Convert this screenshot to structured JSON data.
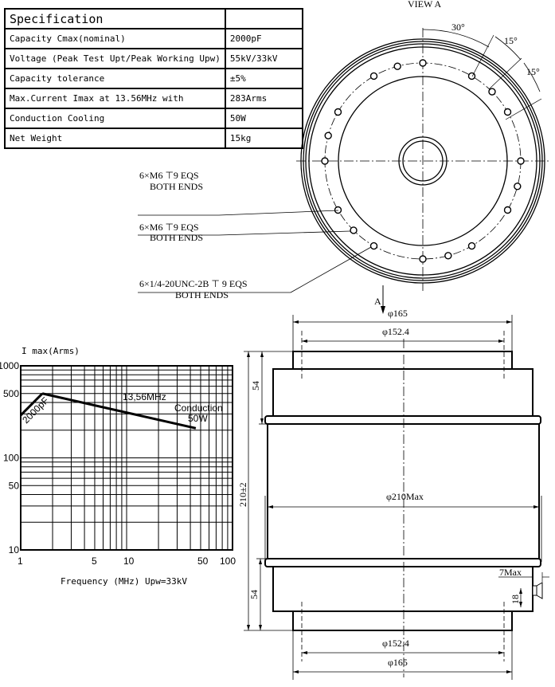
{
  "spec_table": {
    "title": "Specification",
    "rows": [
      {
        "label": "Capacity Cmax(nominal)",
        "value": "2000pF"
      },
      {
        "label": "Voltage (Peak Test Upt/Peak Working Upw)",
        "value": "55kV/33kV"
      },
      {
        "label": "Capacity tolerance",
        "value": "±5%"
      },
      {
        "label": "Max.Current Imax at 13.56MHz with",
        "value": "283Arms"
      },
      {
        "label": "Conduction Cooling",
        "value": "50W"
      },
      {
        "label": "Net Weight",
        "value": "15kg"
      }
    ]
  },
  "view_a": {
    "title": "VIEW A",
    "angles": [
      "30°",
      "15°",
      "15°"
    ],
    "callouts": [
      {
        "line1": "6×M6 ⊤9  EQS",
        "line2": "BOTH  ENDS"
      },
      {
        "line1": "6×M6 ⊤9  EQS",
        "line2": "BOTH  ENDS"
      },
      {
        "line1": "6×1/4-20UNC-2B ⊤ 9   EQS",
        "line2": "BOTH  ENDS"
      }
    ],
    "arrow_label": "A"
  },
  "side_view": {
    "dim_top_outer": "φ165",
    "dim_top_inner": "φ152.4",
    "dim_body": "φ210Max",
    "dim_bottom_inner": "φ152.4",
    "dim_bottom_outer": "φ165",
    "dim_height": "210±2",
    "dim_upper": "54",
    "dim_lower": "54",
    "dim_terminal_width": "7Max",
    "dim_terminal_height": "18"
  },
  "chart_data": {
    "type": "line",
    "ylabel": "I max(Arms)",
    "xlabel": "Frequency (MHz) Upw=33kV",
    "xscale": "log",
    "yscale": "log",
    "xlim": [
      1,
      100
    ],
    "ylim": [
      10,
      1000
    ],
    "x_ticks": [
      "1",
      "5",
      "10",
      "50",
      "100"
    ],
    "y_ticks": [
      "1000",
      "500",
      "100",
      "50",
      "10"
    ],
    "grid": true,
    "series": [
      {
        "name": "2000pF",
        "x": [
          1,
          1.6
        ],
        "y": [
          290,
          500
        ]
      },
      {
        "name": "Conduction 50W",
        "x": [
          1.6,
          45
        ],
        "y": [
          500,
          210
        ]
      }
    ],
    "annotations": [
      "2000pF",
      "13,56MHz",
      "Conduction",
      "50W"
    ]
  }
}
